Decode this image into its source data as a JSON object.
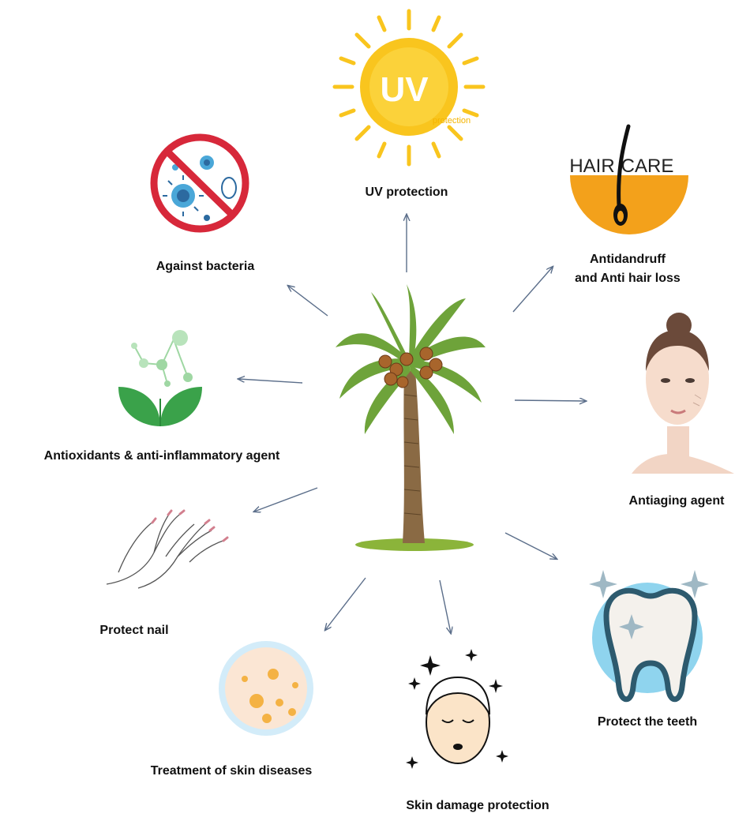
{
  "labels": {
    "uv": "UV protection",
    "bacteria": "Against bacteria",
    "hair_line1": "Antidandruff",
    "hair_line2": "and Anti hair loss",
    "antioxidants": "Antioxidants & anti-inflammatory agent",
    "antiaging": "Antiaging agent",
    "nail": "Protect nail",
    "teeth": "Protect the teeth",
    "skin_diseases": "Treatment of skin diseases",
    "skin_damage": "Skin damage protection"
  },
  "icon_text": {
    "uv_big": "UV",
    "uv_small": "protection",
    "hair_left": "HAIR",
    "hair_right": "CARE"
  },
  "icons": [
    "sun-icon",
    "no-bacteria-icon",
    "hair-care-icon",
    "molecule-leaf-icon",
    "woman-face-icon",
    "hands-nail-icon",
    "tooth-icon",
    "skin-disease-icon",
    "face-sparkle-icon",
    "date-palm-tree"
  ],
  "colors": {
    "arrow": "#5b6e8a",
    "sun": "#f9c51e",
    "hair_orange": "#f3a11b",
    "leaf_green": "#3aa24a",
    "forbid_red": "#d7283a",
    "tooth_blue": "#8fd4ee"
  }
}
